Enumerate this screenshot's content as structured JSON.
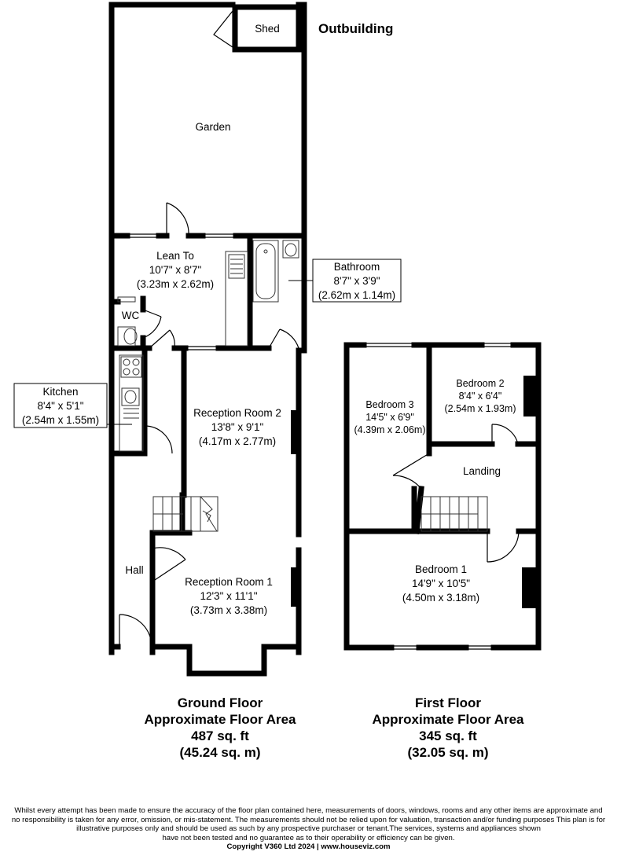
{
  "outbuilding": {
    "heading": "Outbuilding",
    "shed_label": "Shed",
    "garden_label": "Garden"
  },
  "ground_floor_rooms": {
    "lean_to": {
      "name": "Lean To",
      "imperial": "10'7\" x 8'7\"",
      "metric": "(3.23m x 2.62m)"
    },
    "bathroom": {
      "name": "Bathroom",
      "imperial": "8'7\" x 3'9\"",
      "metric": "(2.62m x 1.14m)"
    },
    "wc": {
      "name": "WC"
    },
    "kitchen": {
      "name": "Kitchen",
      "imperial": "8'4\" x 5'1\"",
      "metric": "(2.54m x 1.55m)"
    },
    "reception_room_2": {
      "name": "Reception Room 2",
      "imperial": "13'8\" x 9'1\"",
      "metric": "(4.17m x 2.77m)"
    },
    "hall": {
      "name": "Hall"
    },
    "reception_room_1": {
      "name": "Reception Room 1",
      "imperial": "12'3\" x 11'1\"",
      "metric": "(3.73m x 3.38m)"
    }
  },
  "first_floor_rooms": {
    "bedroom_3": {
      "name": "Bedroom 3",
      "imperial": "14'5\" x 6'9\"",
      "metric": "(4.39m x 2.06m)"
    },
    "bedroom_2": {
      "name": "Bedroom 2",
      "imperial": "8'4\" x 6'4\"",
      "metric": "(2.54m x 1.93m)"
    },
    "landing": {
      "name": "Landing"
    },
    "bedroom_1": {
      "name": "Bedroom 1",
      "imperial": "14'9\" x 10'5\"",
      "metric": "(4.50m x 3.18m)"
    }
  },
  "ground_floor_summary": {
    "title": "Ground Floor",
    "subtitle": "Approximate Floor Area",
    "area_sqft": "487 sq. ft",
    "area_sqm": "(45.24 sq. m)"
  },
  "first_floor_summary": {
    "title": "First Floor",
    "subtitle": "Approximate Floor Area",
    "area_sqft": "345 sq. ft",
    "area_sqm": "(32.05 sq. m)"
  },
  "disclaimer": {
    "line1": "Whilst every attempt has been made to ensure the accuracy of the floor plan contained here, measurements of doors, windows, rooms and any other items are approximate and",
    "line2": "no responsibility is taken for any error, omission, or mis-statement.  The measurements should not be relied upon for valuation, transaction and/or funding purposes This plan is for",
    "line3": "illustrative purposes only and should be used as such by any prospective purchaser or tenant.The services, systems and appliances shown",
    "line4": "have not been tested and no guarantee as to their operability or efficiency can be given.",
    "copyright": "Copyright V360 Ltd 2024 | www.houseviz.com"
  },
  "colors": {
    "wall": "#000000",
    "background": "#ffffff",
    "fixture": "#555555"
  },
  "icons": [
    "toilet-icon",
    "bathtub-icon",
    "basin-icon",
    "hob-icon",
    "sink-icon",
    "fireplace-icon",
    "staircase-icon"
  ]
}
